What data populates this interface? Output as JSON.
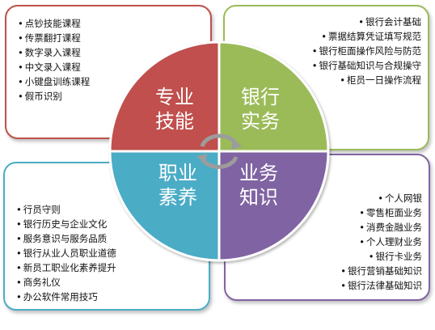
{
  "colors": {
    "professional": "#c0504d",
    "banking_practice": "#9bbb59",
    "vocational": "#4bacc6",
    "business_knowledge": "#8064a2",
    "arrow": "#9c9c9c"
  },
  "quadrants": {
    "professional": {
      "label_line1": "专业",
      "label_line2": "技能",
      "items": [
        "点钞技能课程",
        "传票翻打课程",
        "数字录入课程",
        "中文录入课程",
        "小键盘训练课程",
        "假币识别"
      ]
    },
    "banking_practice": {
      "label_line1": "银行",
      "label_line2": "实务",
      "items": [
        "银行会计基础",
        "票据结算凭证填写规范",
        "银行柜面操作风险与防范",
        "银行基础知识与合规操守",
        "柜员一日操作流程"
      ]
    },
    "vocational": {
      "label_line1": "职业",
      "label_line2": "素养",
      "items": [
        "行员守则",
        "银行历史与企业文化",
        "服务意识与服务品质",
        "银行从业人员职业道德",
        "新员工职业化素养提升",
        "商务礼仪",
        "办公软件常用技巧"
      ]
    },
    "business_knowledge": {
      "label_line1": "业务",
      "label_line2": "知识",
      "items": [
        "个人网银",
        "零售柜面业务",
        "消费金融业务",
        "个人理财业务",
        "银行卡业务",
        "银行营销基础知识",
        "银行法律基础知识"
      ]
    }
  }
}
